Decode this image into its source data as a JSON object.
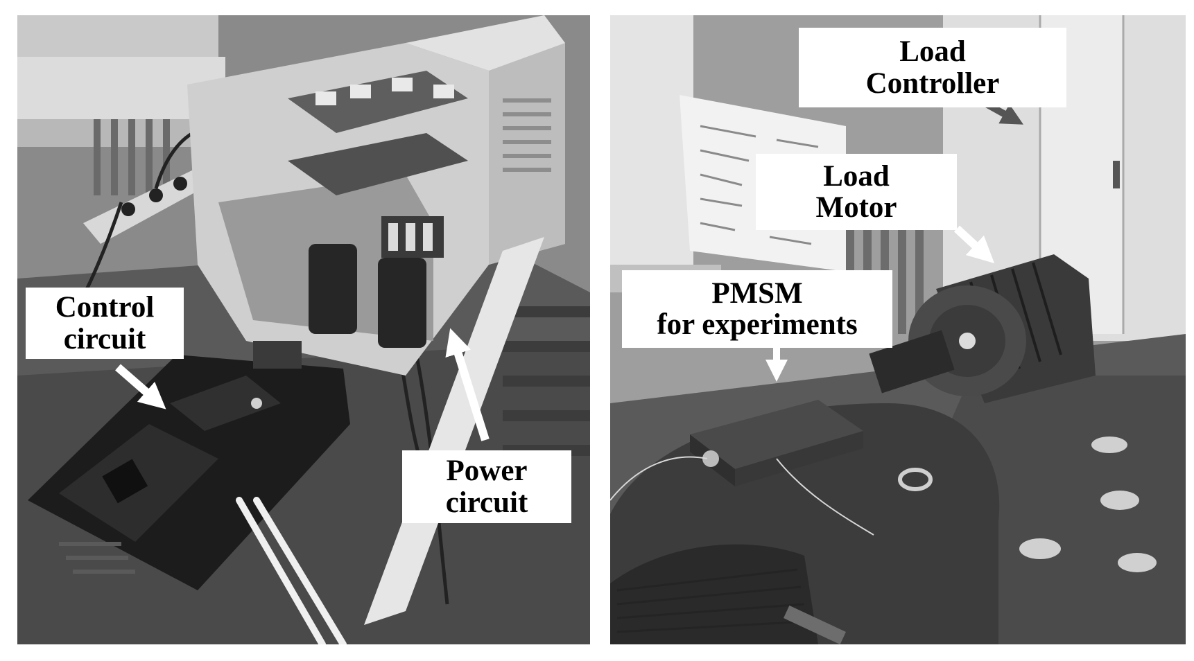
{
  "labels": {
    "control_circuit": [
      "Control",
      "circuit"
    ],
    "power_circuit": [
      "Power",
      "circuit"
    ],
    "load_controller": [
      "Load",
      "Controller"
    ],
    "load_motor": [
      "Load",
      "Motor"
    ],
    "pmsm": [
      "PMSM",
      "for experiments"
    ]
  },
  "colors": {
    "arrow_white": "#ffffff",
    "arrow_dark": "#555555",
    "label_bg": "#ffffff",
    "label_text": "#000000"
  }
}
